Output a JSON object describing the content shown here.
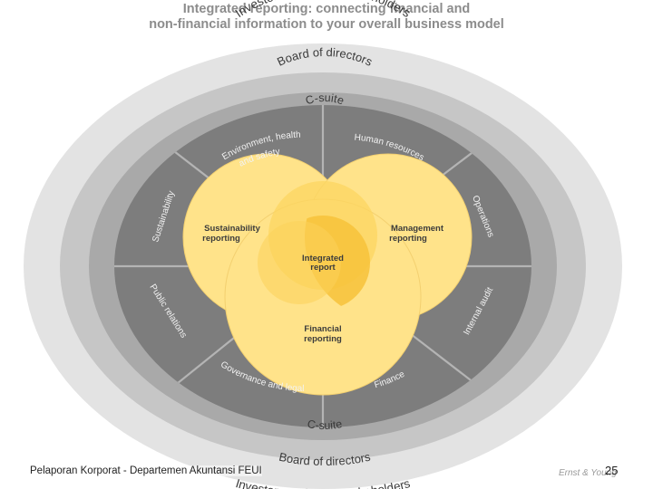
{
  "title": {
    "line1": "Integrated reporting: connecting financial and",
    "line2": "non-financial information to your overall business model"
  },
  "rings": {
    "outer_top": "Investors and other stakeholders",
    "outer_bottom": "Investors and other stakeholders",
    "board_top": "Board of directors",
    "board_bottom": "Board of directors",
    "csuite_top": "C-suite",
    "csuite_bottom": "C-suite"
  },
  "segments": {
    "env_line1": "Environment, health",
    "env_line2": "and safety",
    "human_resources": "Human resources",
    "operations": "Operations",
    "internal_audit": "Internal audit",
    "finance": "Finance",
    "governance": "Governance and legal",
    "public_relations": "Public relations",
    "sustainability": "Sustainability"
  },
  "venn": {
    "sustainability_line1": "Sustainability",
    "sustainability_line2": "reporting",
    "management_line1": "Management",
    "management_line2": "reporting",
    "financial_line1": "Financial",
    "financial_line2": "reporting",
    "integrated_line1": "Integrated",
    "integrated_line2": "report"
  },
  "footer": {
    "left": "Pelaporan Korporat - Departemen Akuntansi FEUI",
    "credit": "Ernst & Young",
    "page_number": "25"
  },
  "colors": {
    "outer_ring": "#e3e3e3",
    "board_ring": "#c6c6c6",
    "csuite_ring": "#a9a9a9",
    "segments": "#7d7d7d",
    "venn_fill": "#ffe38a",
    "venn_core": "#f7c23a"
  }
}
